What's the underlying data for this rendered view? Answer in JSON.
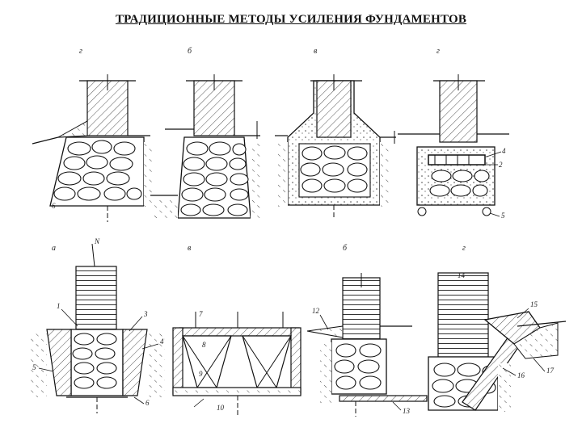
{
  "title": "ТРАДИЦИОННЫЕ МЕТОДЫ УСИЛЕНИЯ ФУНДАМЕНТОВ",
  "panels_top": [
    {
      "letter": "г",
      "callouts": [
        "6"
      ]
    },
    {
      "letter": "б",
      "callouts": []
    },
    {
      "letter": "в",
      "callouts": []
    },
    {
      "letter": "г",
      "callouts": [
        "4",
        "2",
        "5"
      ]
    }
  ],
  "panels_bottom": [
    {
      "letter": "а",
      "callouts": [
        "N",
        "1",
        "3",
        "4",
        "5",
        "6"
      ]
    },
    {
      "letter": "в",
      "callouts": [
        "7",
        "8",
        "9",
        "10"
      ]
    },
    {
      "letter": "б",
      "callouts": [
        "12",
        "13"
      ]
    },
    {
      "letter": "г",
      "callouts": [
        "14",
        "15",
        "16",
        "17"
      ]
    }
  ]
}
